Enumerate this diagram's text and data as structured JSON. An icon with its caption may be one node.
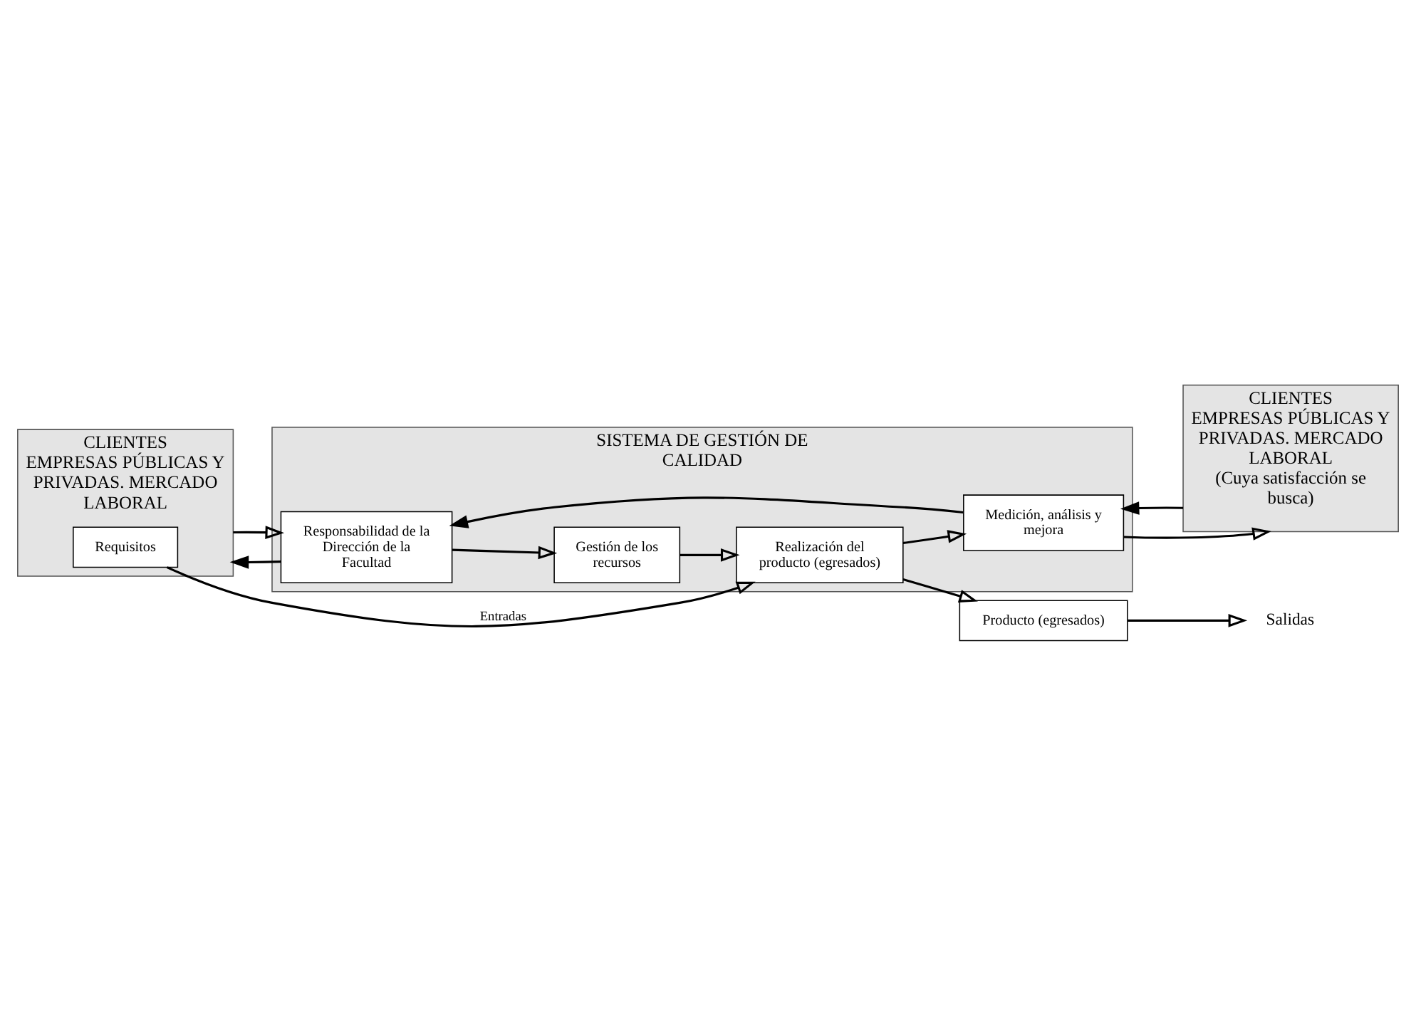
{
  "diagram": {
    "nodes": [
      {
        "text": [
          "CLIENTES",
          "EMPRESAS PÚBLICAS Y PRIVADAS. MERCADO LABORAL"
        ]
      },
      {
        "text": [
          "SISTEMA DE GESTIÓN DE CALIDAD"
        ]
      },
      {
        "text": [
          "CLIENTES",
          "EMPRESAS PÚBLICAS Y PRIVADAS. MERCADO LABORAL",
          "(Cuya satisfacción se busca)"
        ]
      },
      {
        "text": [
          "Responsabilidad de la Dirección de la Facultad"
        ],
        "in": 1
      },
      {
        "text": [
          "Gestión de los recursos"
        ],
        "in": 1
      },
      {
        "text": [
          "Medición, análisis y mejora"
        ],
        "in": 1
      },
      {
        "text": [
          "Requisitos"
        ],
        "in": 0
      },
      {
        "text": [
          "Realización del producto (egresados)"
        ],
        "in": 1
      },
      {
        "text": [
          "Producto (egresados)"
        ]
      },
      {
        "text": [
          "Salidas"
        ]
      }
    ],
    "edges": [
      {
        "from": 3,
        "to": 0,
        "arrow": "to"
      },
      {
        "from": 0,
        "to": 3,
        "arrow": "to"
      },
      {
        "from": 3,
        "to": 4,
        "arrow": "to"
      },
      {
        "from": 4,
        "to": 7,
        "arrow": "to"
      },
      {
        "from": 7,
        "to": 5,
        "arrow": "to"
      },
      {
        "from": 5,
        "to": 3,
        "arrow": "to"
      },
      {
        "from": 5,
        "to": 2,
        "arrow": "to"
      },
      {
        "from": 2,
        "to": 5,
        "arrow": "to"
      },
      {
        "from": 6,
        "to": 7,
        "label": "Entradas",
        "arrow": "to"
      },
      {
        "from": 7,
        "to": 8,
        "arrow": "to"
      },
      {
        "from": 8,
        "to": 9,
        "arrow": "to"
      }
    ]
  }
}
